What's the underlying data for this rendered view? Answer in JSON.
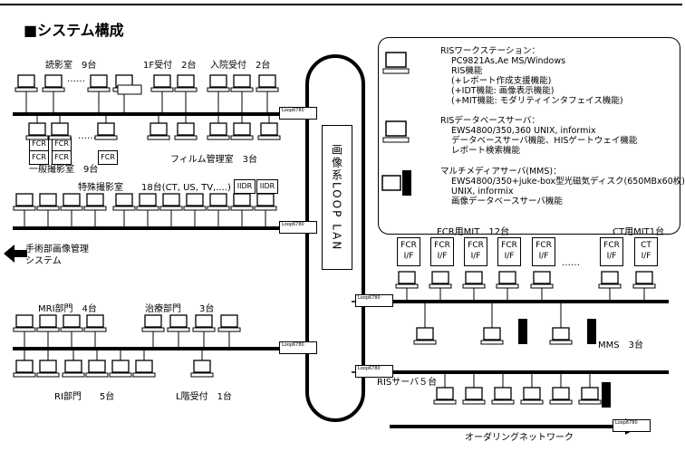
{
  "title": "■システム構成",
  "loop_label": "画像系LOOP LAN",
  "device_label": "Loop6780",
  "legend": {
    "ws": [
      "RISワークステーション：",
      "PC9821As,Ae      MS/Windows",
      "RIS機能",
      "(+レポート作成支援機能)",
      "(+IDT機能: 画像表示機能)",
      "(+MIT機能: モダリティインタフェイス機能)"
    ],
    "db": [
      "RISデータベースサーバ：",
      "EWS4800/350,360          UNIX, informix",
      "データベースサーバ機能、HISゲートウェイ機能",
      "レポート検索機能"
    ],
    "mms": [
      "マルチメディアサーバ(MMS)：",
      "EWS4800/350+juke-box型光磁気ディスク(650MBx60枚)",
      "UNIX, informix",
      "画像データベースサーバ機能"
    ]
  },
  "labels": {
    "yomi": "読影室　9台",
    "f1": "1F受付　2台",
    "nyuin": "入院受付　2台",
    "ippan": "一般撮影室　9台",
    "film": "フィルム管理室　3台",
    "tokushu": "特殊撮影室　　18台(CT, US, TV,....)",
    "iidr": "IIDR",
    "shujutsu1": "手術部画像管理",
    "shujutsu2": "システム",
    "mri": "MRI部門　4台",
    "chiryo": "治療部門　　3台",
    "ri": "RI部門　　5台",
    "lkai": "L階受付　1台",
    "fcrmit": "FCR用MIT　12台",
    "ctmit": "CT用MIT1台",
    "mms": "MMS　3台",
    "ris": "RISサーバ５台",
    "order": "オーダリングネットワーク",
    "dots": "……",
    "fcr": "FCR",
    "if": "I/F",
    "ct": "CT"
  }
}
